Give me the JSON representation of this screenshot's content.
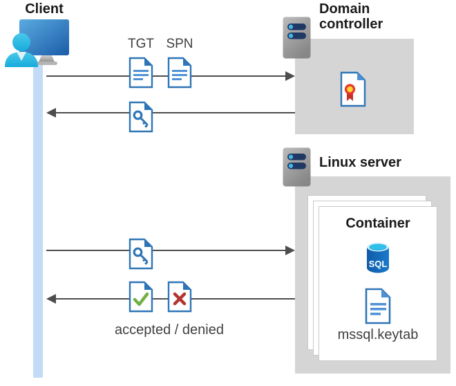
{
  "diagram": {
    "client": {
      "label": "Client"
    },
    "domain_controller": {
      "label": "Domain controller"
    },
    "linux_server": {
      "label": "Linux server"
    },
    "container": {
      "title": "Container",
      "sql_badge": "SQL",
      "keytab_file": "mssql.keytab"
    },
    "messages": {
      "tgt": "TGT",
      "spn": "SPN",
      "result": "accepted / denied"
    },
    "icons": {
      "client": "user-monitor-icon",
      "lifeline": "client-lifeline",
      "server": "server-icon",
      "certificate": "certificate-document-icon",
      "ticket": "ticket-document-icon",
      "key": "key-document-icon",
      "accepted": "check-document-icon",
      "denied": "cross-document-icon",
      "sql": "sql-database-icon",
      "keytab": "keytab-document-icon"
    },
    "colors": {
      "accent_blue": "#2e75b6",
      "doc_line_blue": "#4e92d5",
      "lifeline_blue": "#c3dcf5",
      "panel_gray": "#d5d5d5",
      "arrow_gray": "#4d4d4d",
      "check_green": "#72b043",
      "cross_red": "#b5342f",
      "rosette_red": "#e8392e",
      "rosette_yellow": "#ffd62e",
      "sql_blue": "#0d5ca8",
      "sql_cyan": "#2fc0ea",
      "title_text": "#1a1a1a",
      "label_text": "#3f3f3f"
    }
  }
}
